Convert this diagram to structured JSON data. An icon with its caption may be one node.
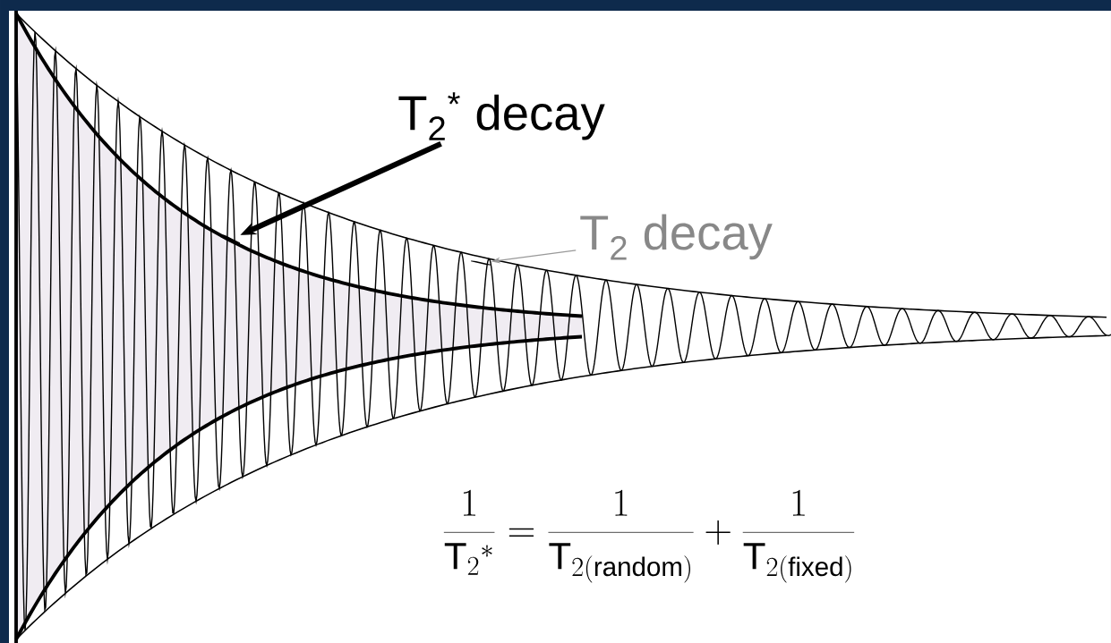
{
  "diagram": {
    "nodes": [
      {
        "text": [
          "T$_{2}$$^{*}$ decay"
        ]
      },
      {
        "text": [],
        "shape": "curve"
      },
      {
        "text": [
          "T$_{2}$ decay"
        ]
      },
      {
        "text": [],
        "shape": "curve"
      }
    ],
    "edges": [
      {
        "from": 0,
        "to": 1,
        "arrow": "to",
        "style": "thick"
      },
      {
        "from": 2,
        "to": 3,
        "arrow": "to",
        "color": "#999999"
      }
    ],
    "labels": [
      "\\frac{1}{\\mathrm{T}_{2}{}^{*}}=\\frac{1}{\\mathrm{T}_{2(\\mathrm{random})}}+\\frac{1}{\\mathrm{T}_{2(\\mathrm{fixed})}}"
    ]
  }
}
